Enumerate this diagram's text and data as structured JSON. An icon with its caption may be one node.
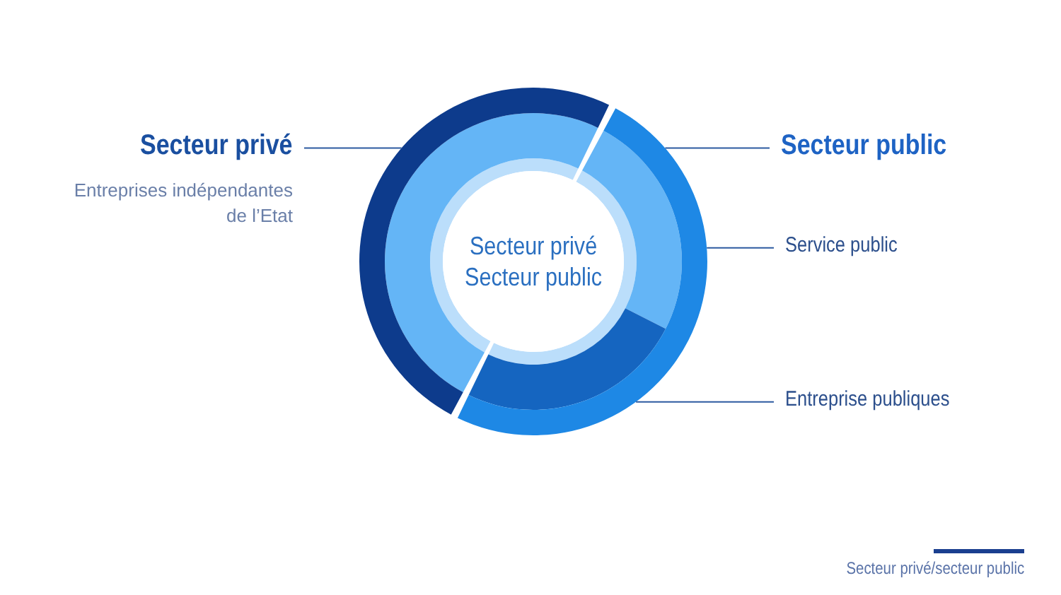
{
  "diagram": {
    "nodes": [
      {
        "text": [
          "Secteur privé",
          "Secteur public"
        ]
      },
      {
        "text": [
          "Secteur privé"
        ],
        "beside": [
          "Entreprises indépendantes de l’Etat"
        ]
      },
      {
        "text": [],
        "shape": "arc"
      },
      {
        "text": [
          "Secteur public"
        ]
      },
      {
        "text": [],
        "shape": "arc"
      },
      {
        "text": [
          "Service public"
        ]
      },
      {
        "text": [
          "Entreprise publiques"
        ]
      }
    ],
    "edges": [
      {
        "from": 1,
        "to": 2,
        "arrow": "none"
      },
      {
        "from": 3,
        "to": 4,
        "arrow": "none"
      },
      {
        "from": 5,
        "to": 4,
        "arrow": "none"
      },
      {
        "from": 6,
        "to": 4,
        "arrow": "none"
      }
    ],
    "legend": [
      {
        "text": "Secteur privé/secteur public"
      }
    ]
  }
}
